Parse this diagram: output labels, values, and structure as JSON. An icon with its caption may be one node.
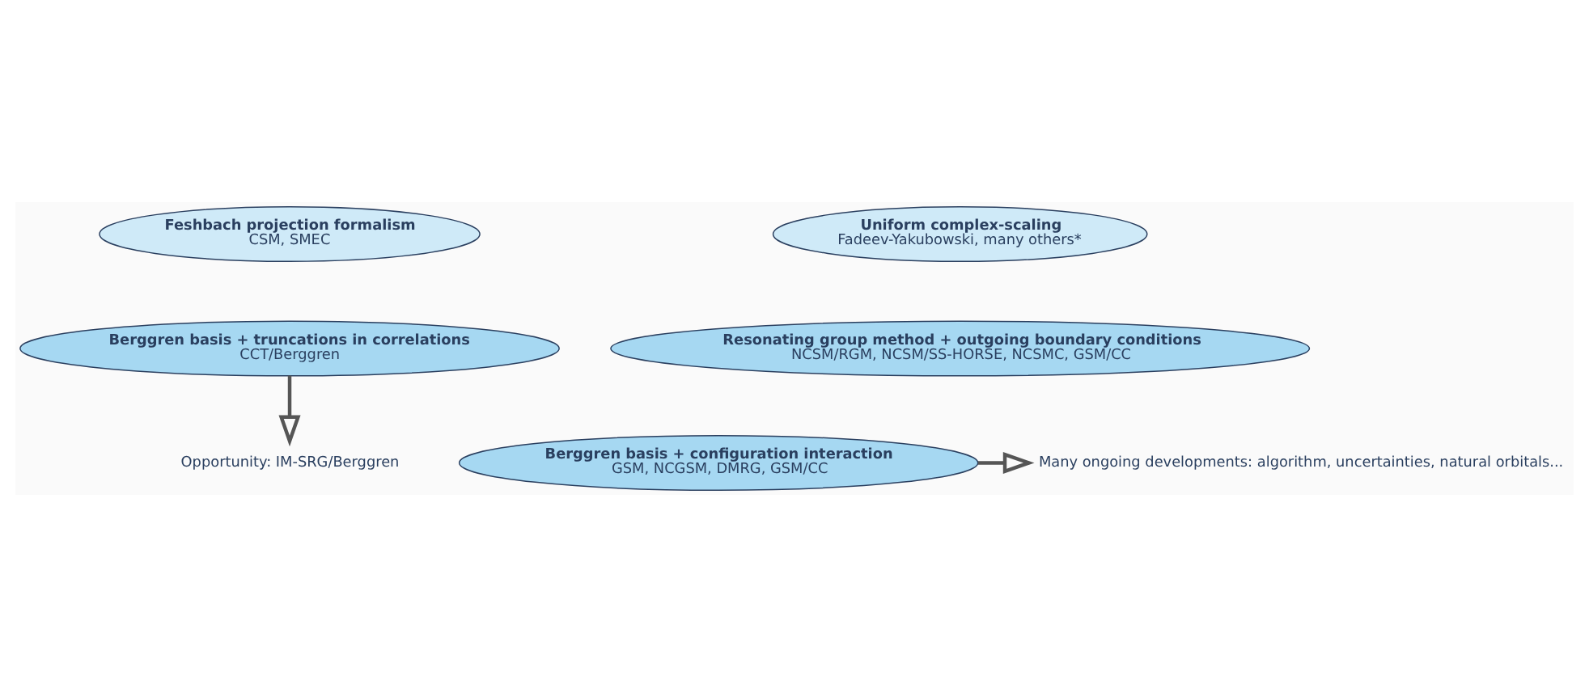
{
  "diagram": {
    "nodes": [
      {
        "text": [
          "Feshbach projection formalism",
          "CSM, SMEC"
        ]
      },
      {
        "text": [
          "Uniform complex-scaling",
          "Fadeev-Yakubowski, many others*"
        ]
      },
      {
        "text": [
          "Berggren basis + truncations in correlations",
          "CCT/Berggren"
        ]
      },
      {
        "text": [
          "Resonating group method + outgoing boundary conditions",
          "NCSM/RGM, NCSM/SS-HORSE, NCSMC, GSM/CC"
        ]
      },
      {
        "text": [
          "Opportunity: IM-SRG/Berggren"
        ]
      },
      {
        "text": [
          "Berggren basis + configuration interaction",
          "GSM, NCGSM, DMRG, GSM/CC"
        ]
      },
      {
        "text": [
          "Many ongoing developments: algorithm, uncertainties, natural orbitals..."
        ]
      }
    ],
    "edges": [
      {
        "from": 2,
        "to": 4,
        "arrow": "to"
      },
      {
        "from": 5,
        "to": 6,
        "arrow": "to"
      }
    ]
  }
}
